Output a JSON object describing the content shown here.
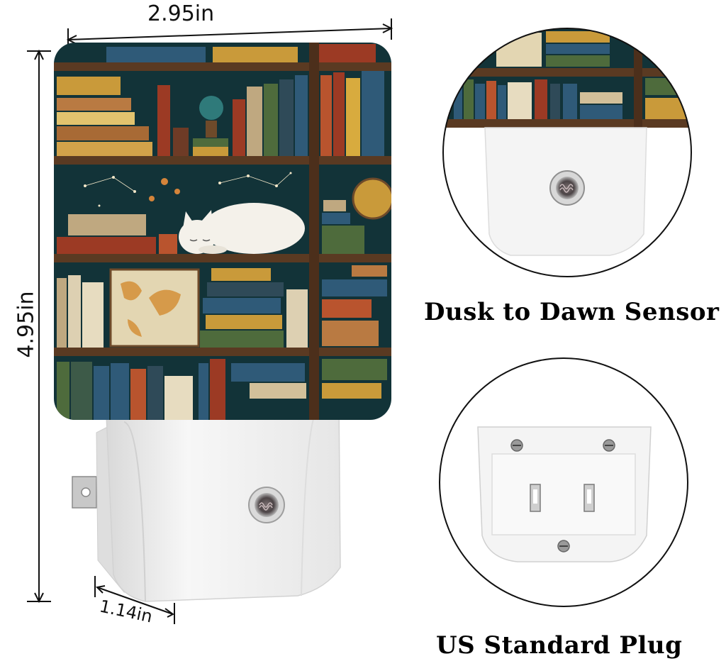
{
  "dimensions": {
    "width_label": "2.95in",
    "height_label": "4.95in",
    "depth_label": "1.14in"
  },
  "callouts": {
    "sensor_caption": "Dusk to Dawn Sensor",
    "plug_caption": "US Standard Plug"
  },
  "colors": {
    "shelf_wood": "#5a3a22",
    "backdrop": "#123338",
    "housing": "#f2f2f2",
    "book_red": "#9c3a24",
    "book_blue": "#2f5a78",
    "book_green": "#4e6b3c",
    "book_yellow": "#c99a3a",
    "cat": "#f4f1ea"
  },
  "icons": {
    "sensor": "light-sensor-icon",
    "plug": "two-prong-plug-icon"
  }
}
